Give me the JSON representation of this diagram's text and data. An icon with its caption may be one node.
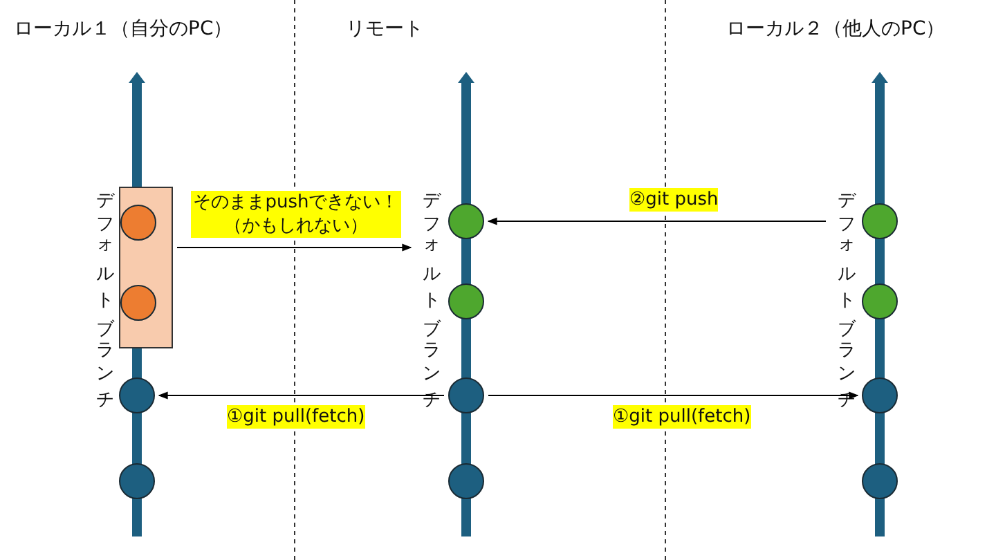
{
  "diagram": {
    "nodes": [
      {
        "text": [
          "デフォルトブランチ"
        ]
      },
      {
        "text": [
          "デフォルトブランチ"
        ]
      },
      {
        "text": [
          "デフォルトブランチ"
        ]
      },
      {
        "text": [],
        "shape": "box"
      },
      {
        "text": [],
        "shape": "circle",
        "in": 3
      },
      {
        "text": [],
        "shape": "circle",
        "in": 3
      },
      {
        "text": [],
        "shape": "circle"
      },
      {
        "text": [],
        "shape": "circle"
      },
      {
        "text": [],
        "shape": "circle"
      },
      {
        "text": [],
        "shape": "circle"
      },
      {
        "text": [],
        "shape": "circle"
      },
      {
        "text": [],
        "shape": "circle"
      },
      {
        "text": [],
        "shape": "circle"
      },
      {
        "text": [],
        "shape": "circle"
      },
      {
        "text": [],
        "shape": "circle"
      },
      {
        "text": [],
        "shape": "circle"
      }
    ],
    "edges": [
      {
        "from": 3,
        "to": 1,
        "arrow": "to",
        "label": "そのままpushできない！（かもしれない）"
      },
      {
        "from": 10,
        "to": 6,
        "arrow": "to",
        "label": "①git pull(fetch)"
      },
      {
        "from": 10,
        "to": 14,
        "arrow": "to",
        "label": "①git pull(fetch)"
      },
      {
        "from": 2,
        "to": 8,
        "arrow": "to",
        "label": "②git push"
      }
    ],
    "labels": [
      "ローカル１（自分のPC）",
      "リモート",
      "ローカル２（他人のPC）"
    ]
  }
}
